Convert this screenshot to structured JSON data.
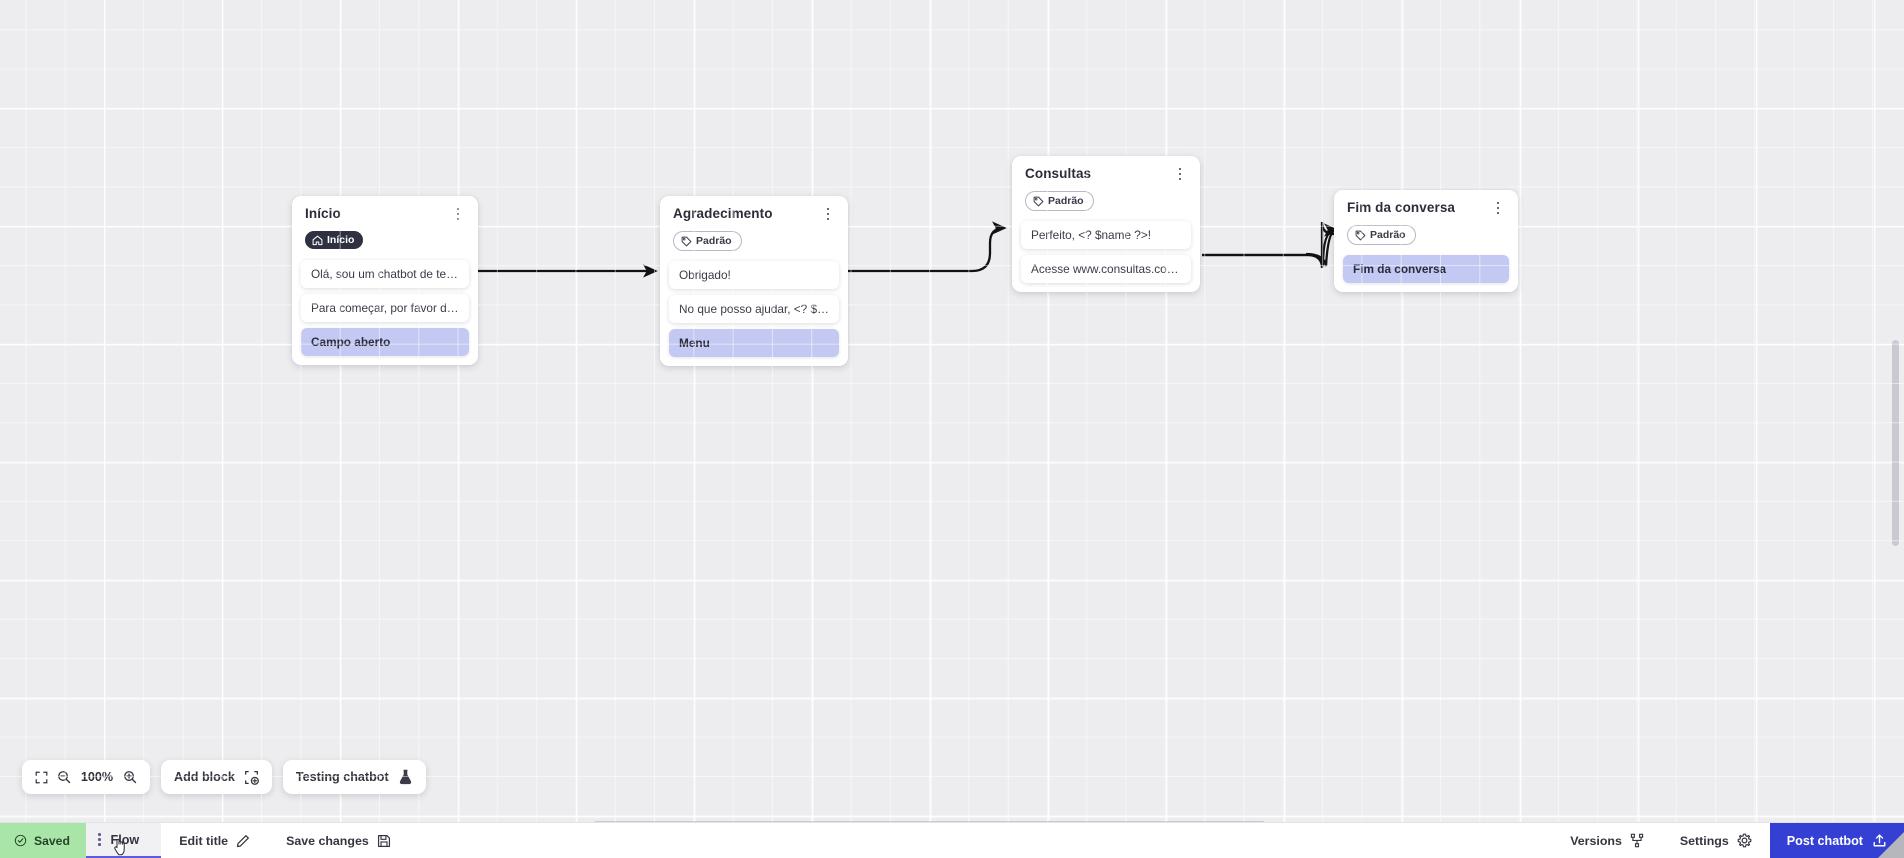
{
  "app": {
    "canvas_bg": "#ededef",
    "accent": "#3440d4",
    "highlight": "#c3c9f2",
    "saved_bg": "#a8e5a6",
    "tag_start_bg": "#2f3042"
  },
  "flow": {
    "blocks": [
      {
        "id": "inicio",
        "title": "Início",
        "tag": {
          "label": "Início",
          "type": "start",
          "icon": "home-icon"
        },
        "rows": [
          {
            "text": "Olá, sou um chatbot de teste!",
            "highlight": false
          },
          {
            "text": "Para começar, por favor digite o ...",
            "highlight": false
          },
          {
            "text": "Campo aberto",
            "highlight": true
          }
        ]
      },
      {
        "id": "agradecimento",
        "title": "Agradecimento",
        "tag": {
          "label": "Padrão",
          "type": "default",
          "icon": "tag-icon"
        },
        "rows": [
          {
            "text": "Obrigado!",
            "highlight": false
          },
          {
            "text": "No que posso ajudar, <? $name ...",
            "highlight": false
          },
          {
            "text": "Menu",
            "highlight": true
          }
        ]
      },
      {
        "id": "consultas",
        "title": "Consultas",
        "tag": {
          "label": "Padrão",
          "type": "default",
          "icon": "tag-icon"
        },
        "rows": [
          {
            "text": "Perfeito, <? $name ?>!",
            "highlight": false
          },
          {
            "text": "Acesse www.consultas.com par...",
            "highlight": false
          }
        ]
      },
      {
        "id": "fim",
        "title": "Fim da conversa",
        "tag": {
          "label": "Padrão",
          "type": "default",
          "icon": "tag-icon"
        },
        "rows": [
          {
            "text": "Fim da conversa",
            "highlight": true
          }
        ]
      }
    ]
  },
  "toolbar": {
    "fit_icon": "fit-screen-icon",
    "zoom_out_icon": "zoom-out-icon",
    "zoom_level": "100%",
    "zoom_in_icon": "zoom-in-icon",
    "add_block_label": "Add block",
    "add_block_icon": "add-block-icon",
    "testing_label": "Testing chatbot",
    "testing_icon": "flask-icon"
  },
  "statusbar": {
    "saved_label": "Saved",
    "saved_icon": "check-circle-icon",
    "flow_tab_label": "Flow",
    "flow_tab_kebab_icon": "kebab-icon",
    "edit_title_label": "Edit title",
    "edit_title_icon": "pencil-icon",
    "save_changes_label": "Save changes",
    "save_changes_icon": "floppy-icon",
    "versions_label": "Versions",
    "versions_icon": "branch-icon",
    "settings_label": "Settings",
    "settings_icon": "gear-icon",
    "post_label": "Post chatbot",
    "post_icon": "upload-icon"
  }
}
